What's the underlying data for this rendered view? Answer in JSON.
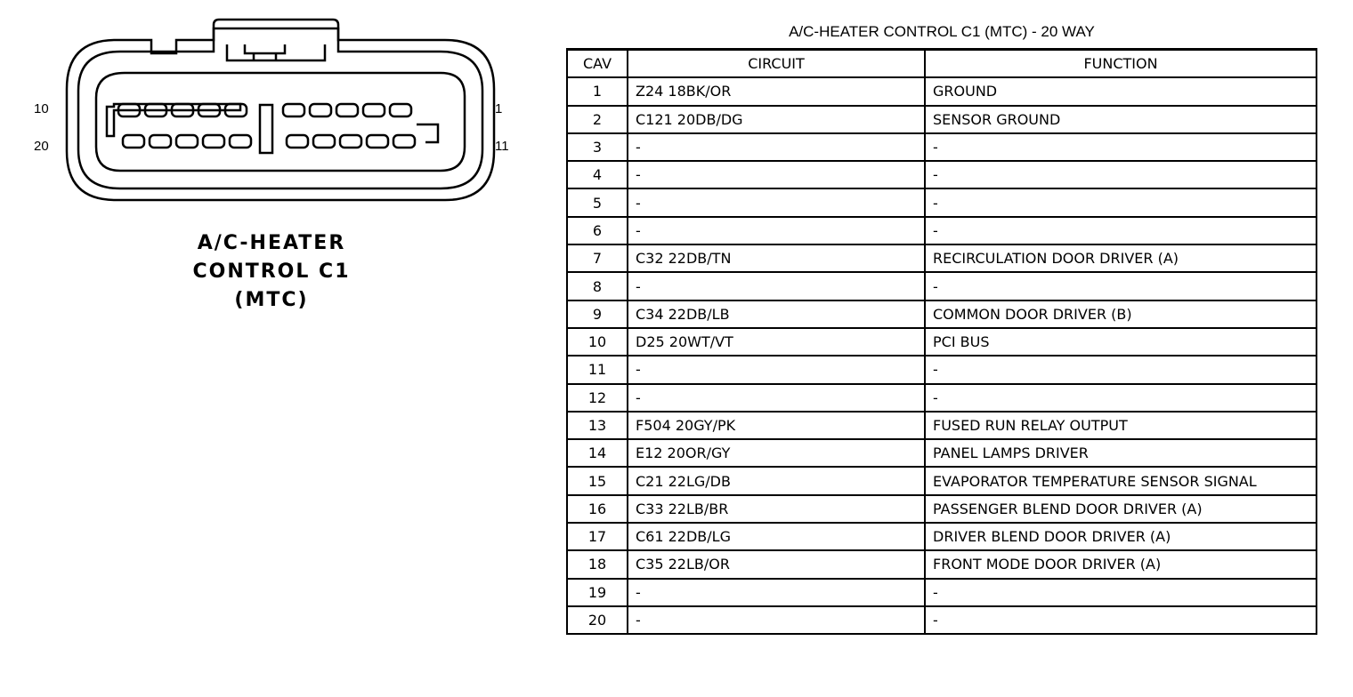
{
  "connector": {
    "title_lines": [
      "A/C-HEATER",
      "CONTROL C1",
      "(MTC)"
    ],
    "pin_labels": {
      "top_left": "10",
      "bottom_left": "20",
      "top_right": "1",
      "bottom_right": "11"
    }
  },
  "table": {
    "title": "A/C-HEATER CONTROL C1 (MTC) - 20 WAY",
    "headers": [
      "CAV",
      "CIRCUIT",
      "FUNCTION"
    ],
    "rows": [
      {
        "cav": "1",
        "circuit": "Z24  18BK/OR",
        "function": "GROUND"
      },
      {
        "cav": "2",
        "circuit": "C121  20DB/DG",
        "function": "SENSOR GROUND"
      },
      {
        "cav": "3",
        "circuit": "-",
        "function": "-"
      },
      {
        "cav": "4",
        "circuit": "-",
        "function": "-"
      },
      {
        "cav": "5",
        "circuit": "-",
        "function": "-"
      },
      {
        "cav": "6",
        "circuit": "-",
        "function": "-"
      },
      {
        "cav": "7",
        "circuit": "C32  22DB/TN",
        "function": "RECIRCULATION DOOR DRIVER (A)"
      },
      {
        "cav": "8",
        "circuit": "-",
        "function": "-"
      },
      {
        "cav": "9",
        "circuit": "C34  22DB/LB",
        "function": "COMMON DOOR DRIVER (B)"
      },
      {
        "cav": "10",
        "circuit": "D25  20WT/VT",
        "function": "PCI BUS"
      },
      {
        "cav": "11",
        "circuit": "-",
        "function": "-"
      },
      {
        "cav": "12",
        "circuit": "-",
        "function": "-"
      },
      {
        "cav": "13",
        "circuit": "F504  20GY/PK",
        "function": "FUSED RUN RELAY OUTPUT"
      },
      {
        "cav": "14",
        "circuit": "E12  20OR/GY",
        "function": "PANEL LAMPS DRIVER"
      },
      {
        "cav": "15",
        "circuit": "C21  22LG/DB",
        "function": "EVAPORATOR TEMPERATURE SENSOR SIGNAL"
      },
      {
        "cav": "16",
        "circuit": "C33  22LB/BR",
        "function": "PASSENGER BLEND DOOR DRIVER (A)"
      },
      {
        "cav": "17",
        "circuit": "C61  22DB/LG",
        "function": "DRIVER BLEND DOOR DRIVER (A)"
      },
      {
        "cav": "18",
        "circuit": "C35  22LB/OR",
        "function": "FRONT MODE DOOR DRIVER (A)"
      },
      {
        "cav": "19",
        "circuit": "-",
        "function": "-"
      },
      {
        "cav": "20",
        "circuit": "-",
        "function": "-"
      }
    ]
  }
}
